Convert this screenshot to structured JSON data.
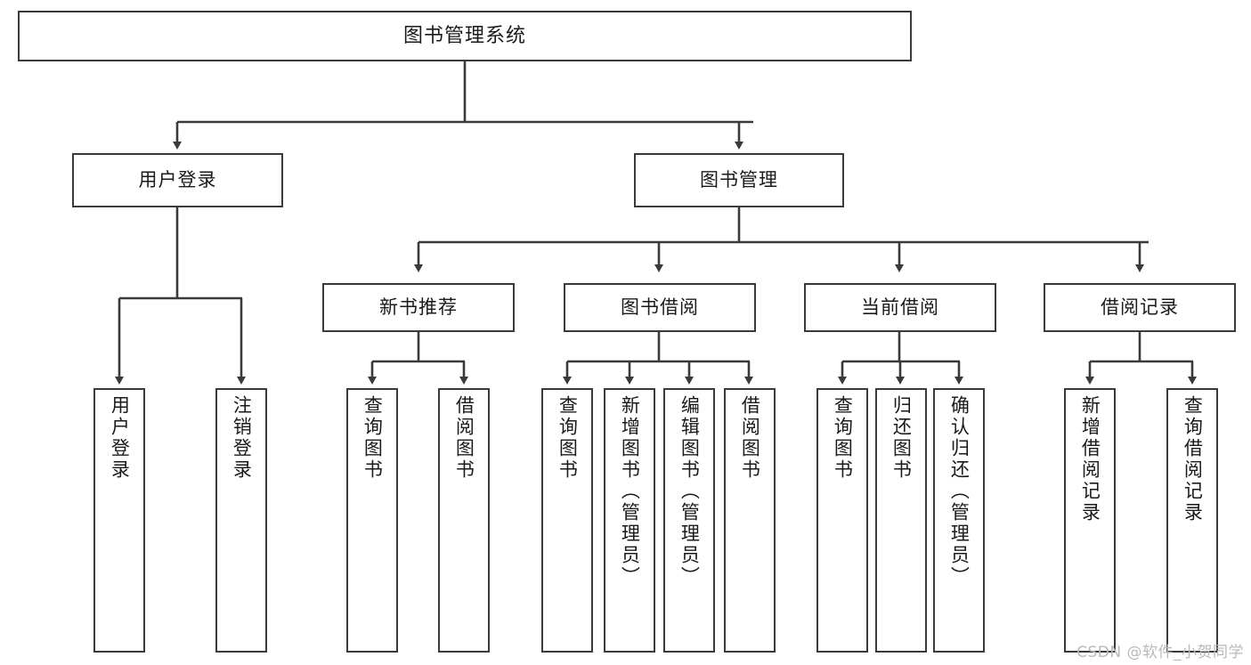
{
  "diagram": {
    "title": "图书管理系统",
    "watermark": "CSDN @软件_小贺同学",
    "colors": {
      "box_border": "#3a3a3a",
      "box_fill": "#ffffff",
      "line": "#3a3a3a",
      "text": "#1a1a1a",
      "watermark": "#b9b9b9",
      "background": "#ffffff"
    },
    "nodes": {
      "root": "图书管理系统",
      "level1": [
        "用户登录",
        "图书管理"
      ],
      "level2": [
        "新书推荐",
        "图书借阅",
        "当前借阅",
        "借阅记录"
      ],
      "leaves": {
        "user_login": [
          "用户登录",
          "注销登录"
        ],
        "new_book_recommend": [
          "查询图书",
          "借阅图书"
        ],
        "book_borrow": [
          "查询图书",
          "新增图书（管理员）",
          "编辑图书（管理员）",
          "借阅图书"
        ],
        "current_borrow": [
          "查询图书",
          "归还图书",
          "确认归还（管理员）"
        ],
        "borrow_record": [
          "新增借阅记录",
          "查询借阅记录"
        ]
      }
    }
  }
}
